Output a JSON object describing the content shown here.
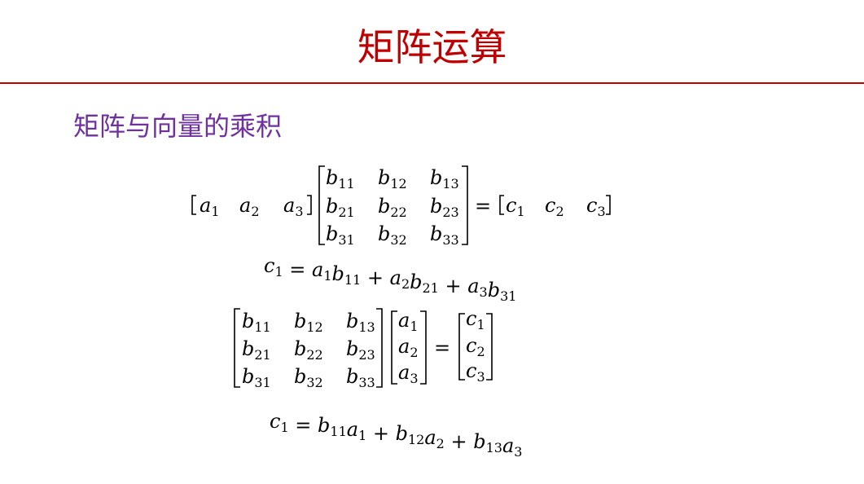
{
  "slide": {
    "title": "矩阵运算",
    "subtitle": "矩阵与向量的乘积",
    "colors": {
      "title": "#c00000",
      "rule": "#c00000",
      "subtitle": "#7030a0",
      "math": "#000000"
    }
  },
  "eq1": {
    "row_vector": [
      "a1",
      "a2",
      "a3"
    ],
    "matrix": [
      [
        "b11",
        "b12",
        "b13"
      ],
      [
        "b21",
        "b22",
        "b23"
      ],
      [
        "b31",
        "b32",
        "b33"
      ]
    ],
    "equals": "=",
    "result": [
      "c1",
      "c2",
      "c3"
    ],
    "expansion": "c1 = a1b11 + a2b21 + a3b31"
  },
  "eq2": {
    "matrix": [
      [
        "b11",
        "b12",
        "b13"
      ],
      [
        "b21",
        "b22",
        "b23"
      ],
      [
        "b31",
        "b32",
        "b33"
      ]
    ],
    "column_vector": [
      "a1",
      "a2",
      "a3"
    ],
    "equals": "=",
    "result": [
      "c1",
      "c2",
      "c3"
    ],
    "expansion": "c1 = b11a1 + b12a2 + b13a3"
  }
}
